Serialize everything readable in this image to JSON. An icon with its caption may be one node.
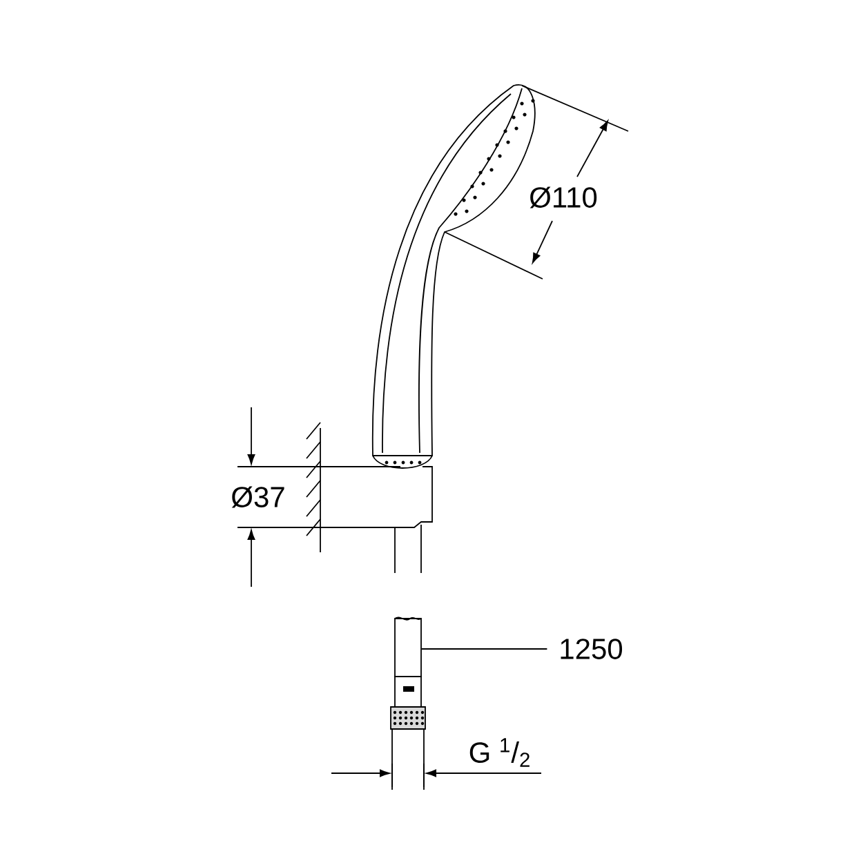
{
  "diagram": {
    "nodes": [
      {
        "text": [
          "1250"
        ]
      },
      {
        "text": [],
        "shape": "bar"
      }
    ],
    "edges": [
      {
        "from": 0,
        "to": 1,
        "arrow": "none"
      }
    ],
    "labels": [
      "Ø110",
      "Ø37",
      "G $^{1}$/$_{2}$"
    ]
  }
}
